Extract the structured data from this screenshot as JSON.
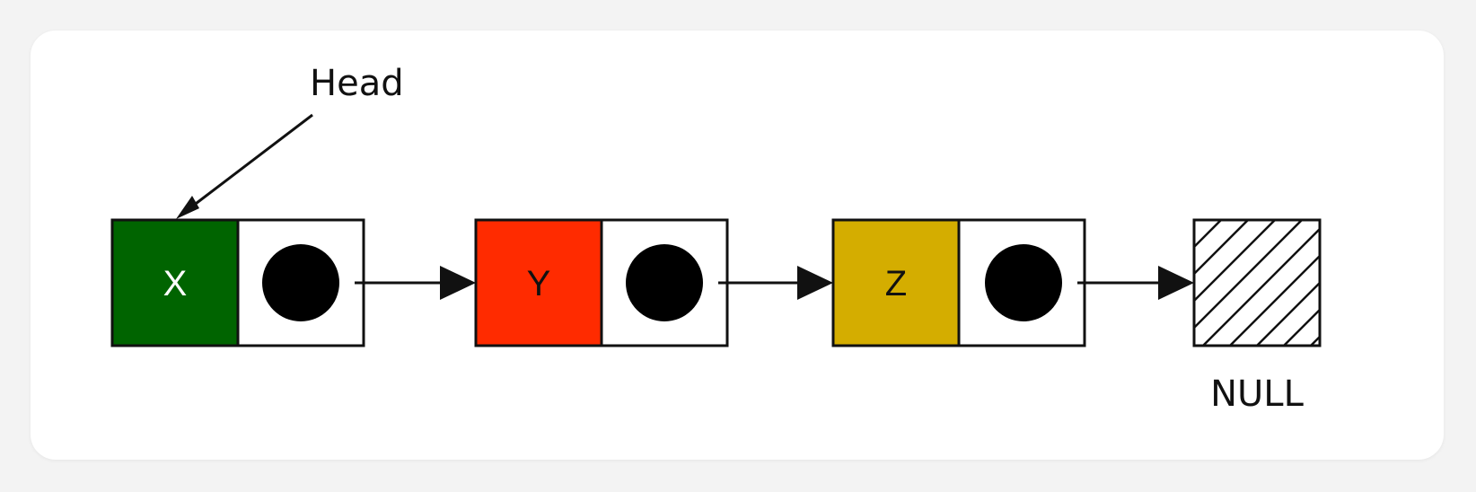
{
  "head_label": "Head",
  "null_label": "NULL",
  "nodes": [
    {
      "value": "X",
      "fill": "#006400",
      "text_color": "#ffffff"
    },
    {
      "value": "Y",
      "fill": "#ff2b00",
      "text_color": "#111111"
    },
    {
      "value": "Z",
      "fill": "#d4ad00",
      "text_color": "#111111"
    }
  ],
  "colors": {
    "stroke": "#111111",
    "pointer_dot": "#000000",
    "pointer_cell": "#ffffff",
    "null_hatch": "#111111"
  },
  "icons": {
    "pointer": "filled-circle",
    "null": "hatched-square"
  }
}
